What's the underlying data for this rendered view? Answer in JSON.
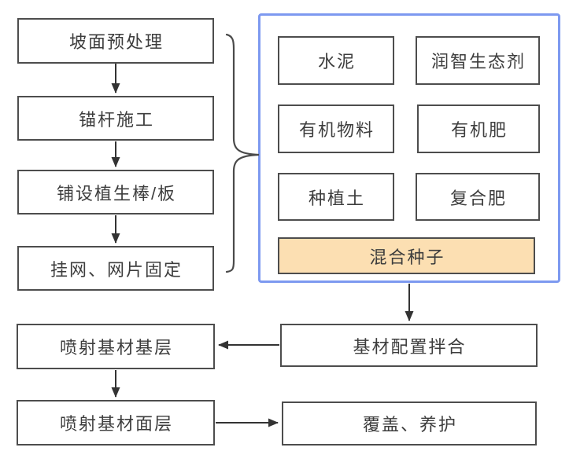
{
  "flowchart": {
    "process_steps": {
      "slope_pretreatment": "坡面预处理",
      "anchor_construction": "锚杆施工",
      "vegetation_board_laying": "铺设植生棒/板",
      "net_hanging_fixing": "挂网、网片固定",
      "spray_substrate_base": "喷射基材基层",
      "spray_substrate_surface": "喷射基材面层",
      "substrate_mixing": "基材配置拌合",
      "cover_maintenance": "覆盖、养护"
    },
    "materials_panel": {
      "items": [
        "水泥",
        "润智生态剂",
        "有机物料",
        "有机肥",
        "种植土",
        "复合肥"
      ],
      "highlighted_item": "混合种子"
    },
    "colors": {
      "node_border": "#4d4d4d",
      "node_text": "#3d3d3d",
      "arrow": "#333333",
      "materials_panel_border": "#7d99f0",
      "highlight_fill": "#fcdfb2",
      "background": "#ffffff"
    }
  }
}
